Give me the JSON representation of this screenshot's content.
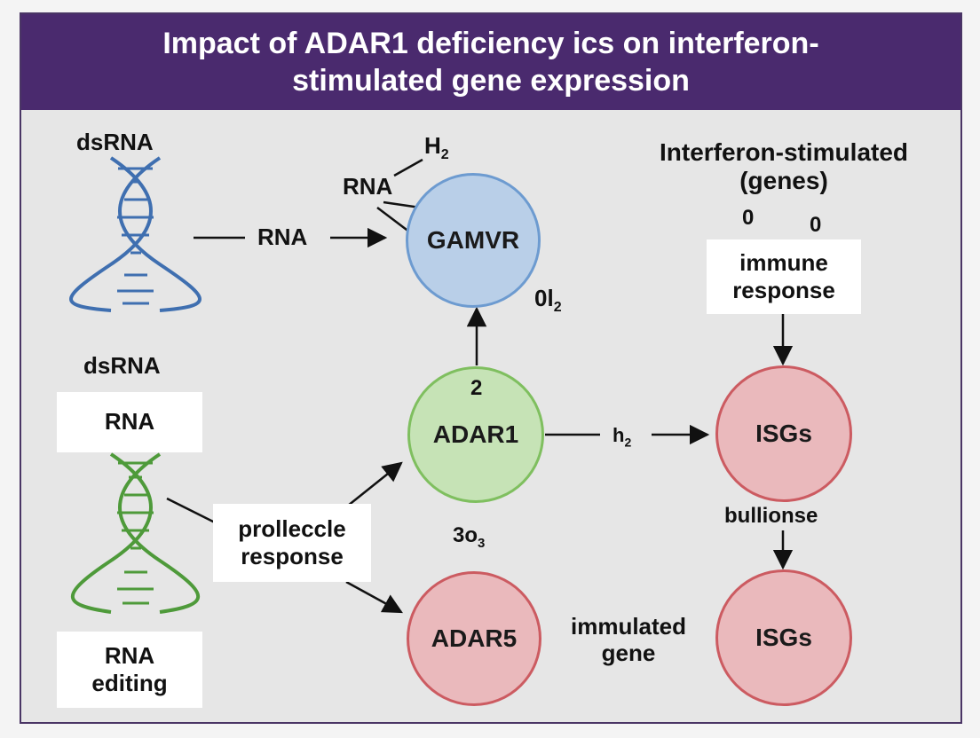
{
  "title": {
    "line1": "Impact of ADAR1 deficiency ics on interferon-",
    "line2": "stimulated gene expression"
  },
  "labels": {
    "dsrna_top": "dsRNA",
    "dsrna_mid": "dsRNA",
    "h2_top": "H2",
    "rna_top": "RNA",
    "rna_arrow": "RNA",
    "ol2": "0l2",
    "two": "2",
    "h2_mid": "h2",
    "three_o3": "3o3",
    "isg_heading": "Interferon-stimulated",
    "isg_heading2": "(genes)",
    "zero_left": "0",
    "zero_right": "0",
    "bullionse": "bullionse",
    "immulated_gene_1": "immulated",
    "immulated_gene_2": "gene"
  },
  "boxes": {
    "rna_box": "RNA",
    "rna_editing_1": "RNA",
    "rna_editing_2": "editing",
    "prolleccle_1": "prolleccle",
    "prolleccle_2": "response",
    "immune_1": "immune",
    "immune_2": "response"
  },
  "nodes": {
    "gamvr": {
      "label": "GAMVR",
      "fill": "#b9cfe8",
      "stroke": "#6d9bd0"
    },
    "adar1": {
      "label": "ADAR1",
      "fill": "#c6e3b6",
      "stroke": "#7fbf5f"
    },
    "adar5": {
      "label": "ADAR5",
      "fill": "#eab9bc",
      "stroke": "#cc5b61"
    },
    "isgs_top": {
      "label": "ISGs",
      "fill": "#eab9bc",
      "stroke": "#cc5b61"
    },
    "isgs_bottom": {
      "label": "ISGs",
      "fill": "#eab9bc",
      "stroke": "#cc5b61"
    }
  },
  "colors": {
    "header_bg": "#4a2a6e",
    "helix_blue": "#3f6fb0",
    "helix_green": "#4e9a3a"
  }
}
